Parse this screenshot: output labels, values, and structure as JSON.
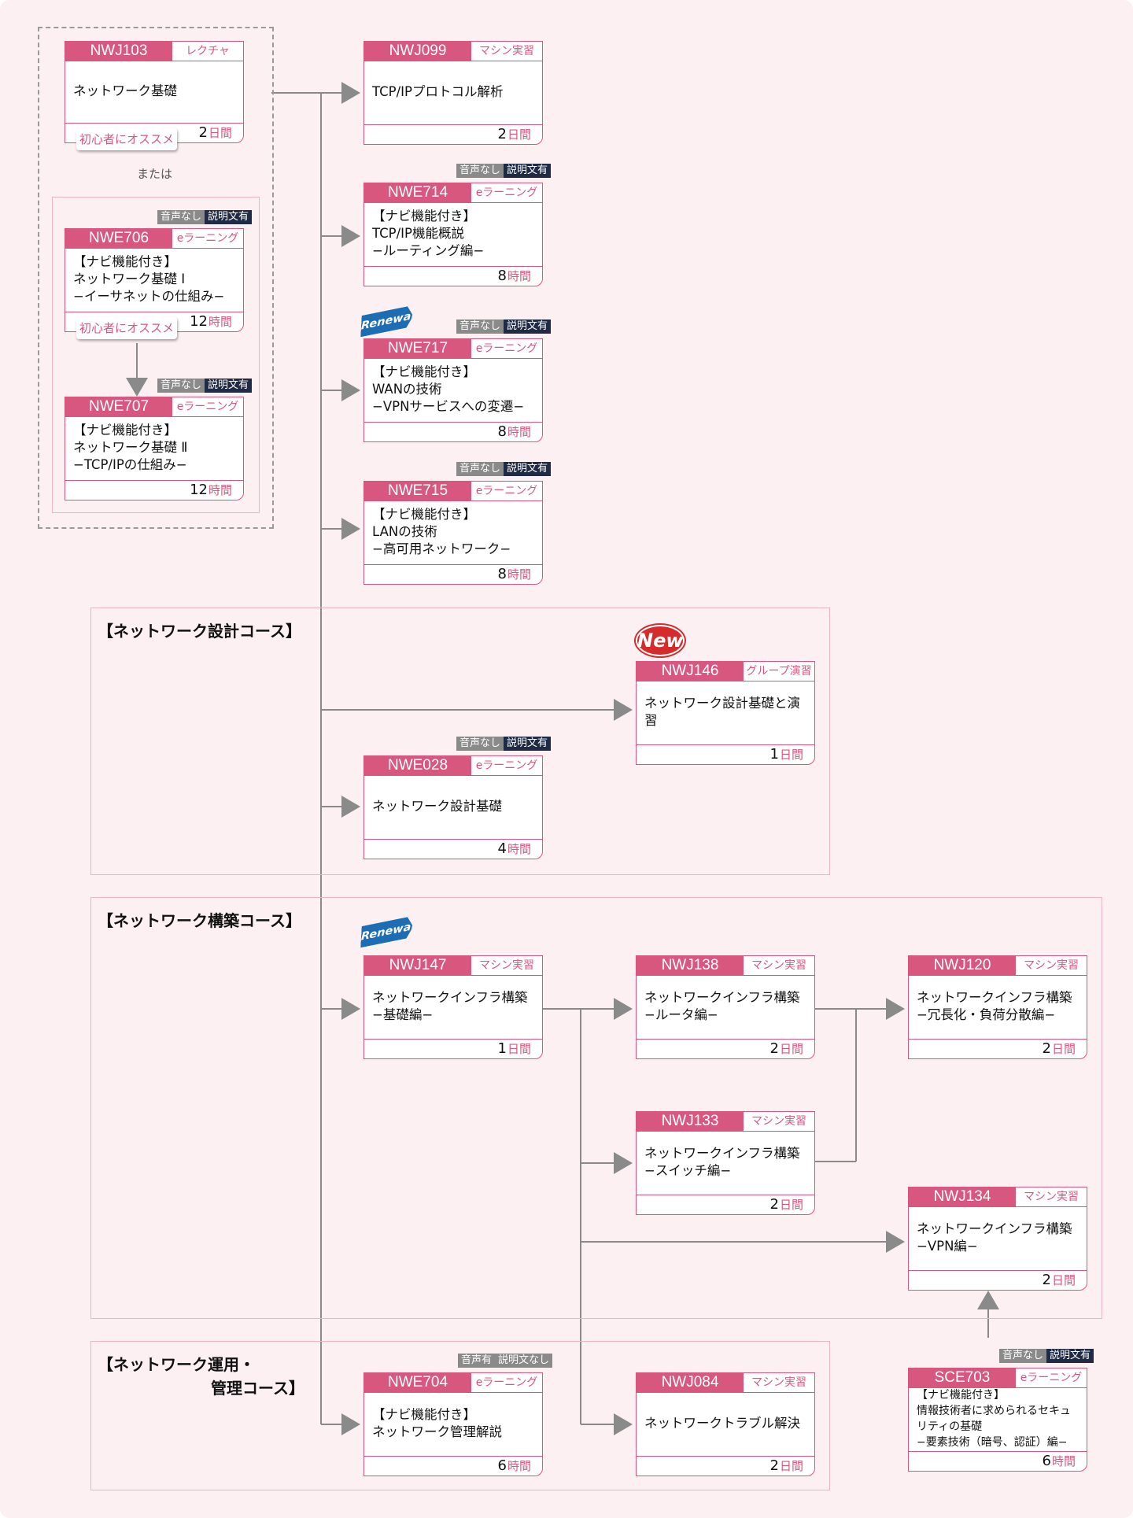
{
  "or_label": "または",
  "sections": {
    "design": "【ネットワーク設計コース】",
    "build": "【ネットワーク構築コース】",
    "ops_line1": "【ネットワーク運用・",
    "ops_line2": "管理コース】"
  },
  "badges": {
    "renewal": "Renewal",
    "new": "New",
    "audio_none": "音声なし",
    "audio_yes": "音声有",
    "text_yes": "説明文有",
    "text_none": "説明文なし"
  },
  "courses": {
    "nwj103": {
      "code": "NWJ103",
      "type": "レクチャ",
      "title": "ネットワーク基礎",
      "num": "2",
      "unit": "日間",
      "rec": "初心者にオススメ"
    },
    "nwe706": {
      "code": "NWE706",
      "type": "eラーニング",
      "title": "【ナビ機能付き】\nネットワーク基礎 Ⅰ\n−イーサネットの仕組み−",
      "num": "12",
      "unit": "時間",
      "rec": "初心者にオススメ"
    },
    "nwe707": {
      "code": "NWE707",
      "type": "eラーニング",
      "title": "【ナビ機能付き】\nネットワーク基礎 Ⅱ\n−TCP/IPの仕組み−",
      "num": "12",
      "unit": "時間"
    },
    "nwj099": {
      "code": "NWJ099",
      "type": "マシン実習",
      "title": "TCP/IPプロトコル解析",
      "num": "2",
      "unit": "日間"
    },
    "nwe714": {
      "code": "NWE714",
      "type": "eラーニング",
      "title": "【ナビ機能付き】\nTCP/IP機能概説\n−ルーティング編−",
      "num": "8",
      "unit": "時間"
    },
    "nwe717": {
      "code": "NWE717",
      "type": "eラーニング",
      "title": "【ナビ機能付き】\nWANの技術\n−VPNサービスへの変遷−",
      "num": "8",
      "unit": "時間"
    },
    "nwe715": {
      "code": "NWE715",
      "type": "eラーニング",
      "title": "【ナビ機能付き】\nLANの技術\n−高可用ネットワーク−",
      "num": "8",
      "unit": "時間"
    },
    "nwj146": {
      "code": "NWJ146",
      "type": "グループ演習",
      "title": "ネットワーク設計基礎と演習",
      "num": "1",
      "unit": "日間"
    },
    "nwe028": {
      "code": "NWE028",
      "type": "eラーニング",
      "title": "ネットワーク設計基礎",
      "num": "4",
      "unit": "時間"
    },
    "nwj147": {
      "code": "NWJ147",
      "type": "マシン実習",
      "title": "ネットワークインフラ構築\n−基礎編−",
      "num": "1",
      "unit": "日間"
    },
    "nwj138": {
      "code": "NWJ138",
      "type": "マシン実習",
      "title": "ネットワークインフラ構築\n−ルータ編−",
      "num": "2",
      "unit": "日間"
    },
    "nwj120": {
      "code": "NWJ120",
      "type": "マシン実習",
      "title": "ネットワークインフラ構築\n−冗長化・負荷分散編−",
      "num": "2",
      "unit": "日間"
    },
    "nwj133": {
      "code": "NWJ133",
      "type": "マシン実習",
      "title": "ネットワークインフラ構築\n−スイッチ編−",
      "num": "2",
      "unit": "日間"
    },
    "nwj134": {
      "code": "NWJ134",
      "type": "マシン実習",
      "title": "ネットワークインフラ構築\n−VPN編−",
      "num": "2",
      "unit": "日間"
    },
    "nwe704": {
      "code": "NWE704",
      "type": "eラーニング",
      "title": "【ナビ機能付き】\nネットワーク管理解説",
      "num": "6",
      "unit": "時間"
    },
    "nwj084": {
      "code": "NWJ084",
      "type": "マシン実習",
      "title": "ネットワークトラブル解決",
      "num": "2",
      "unit": "日間"
    },
    "sce703": {
      "code": "SCE703",
      "type": "eラーニング",
      "title": "【ナビ機能付き】\n情報技術者に求められるセキュリティの基礎\n−要素技術（暗号、認証）編−",
      "num": "6",
      "unit": "時間"
    }
  }
}
